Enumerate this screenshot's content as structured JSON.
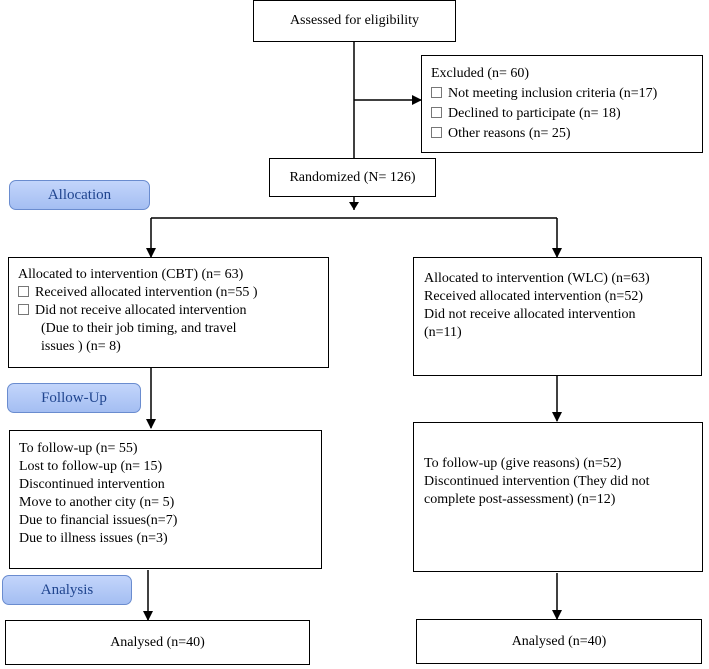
{
  "assessed": {
    "title": "Assessed for eligibility"
  },
  "excluded": {
    "title": "Excluded (n= 60)",
    "items": [
      "Not meeting inclusion criteria (n=17)",
      "Declined to participate (n= 18)",
      "Other reasons (n= 25)"
    ]
  },
  "randomized": {
    "title": "Randomized (N= 126)"
  },
  "stages": {
    "allocation": "Allocation",
    "follow_up": "Follow-Up",
    "analysis": "Analysis"
  },
  "cbt_allocation": {
    "title": "Allocated to intervention (CBT) (n= 63)",
    "received": "Received allocated intervention (n=55 )",
    "not_received": "Did not receive allocated intervention",
    "not_received_detail_1": "(Due to their job timing, and travel",
    "not_received_detail_2": "issues ) (n= 8)"
  },
  "wlc_allocation": {
    "title": "Allocated to intervention (WLC) (n=63)",
    "received": "Received allocated intervention (n=52)",
    "not_received": "Did not receive allocated intervention",
    "not_received_count": "(n=11)"
  },
  "cbt_followup": {
    "lines": [
      "To follow-up (n= 55)",
      "Lost to follow-up (n= 15)",
      "Discontinued intervention",
      "Move to another city (n= 5)",
      "Due to financial issues(n=7)",
      "Due to illness issues (n=3)"
    ]
  },
  "wlc_followup": {
    "lines": [
      "To follow-up (give reasons) (n=52)",
      "Discontinued intervention (They did not",
      "complete post-assessment) (n=12)"
    ]
  },
  "cbt_analysis": {
    "title": "Analysed (n=40)"
  },
  "wlc_analysis": {
    "title": "Analysed (n=40)"
  }
}
